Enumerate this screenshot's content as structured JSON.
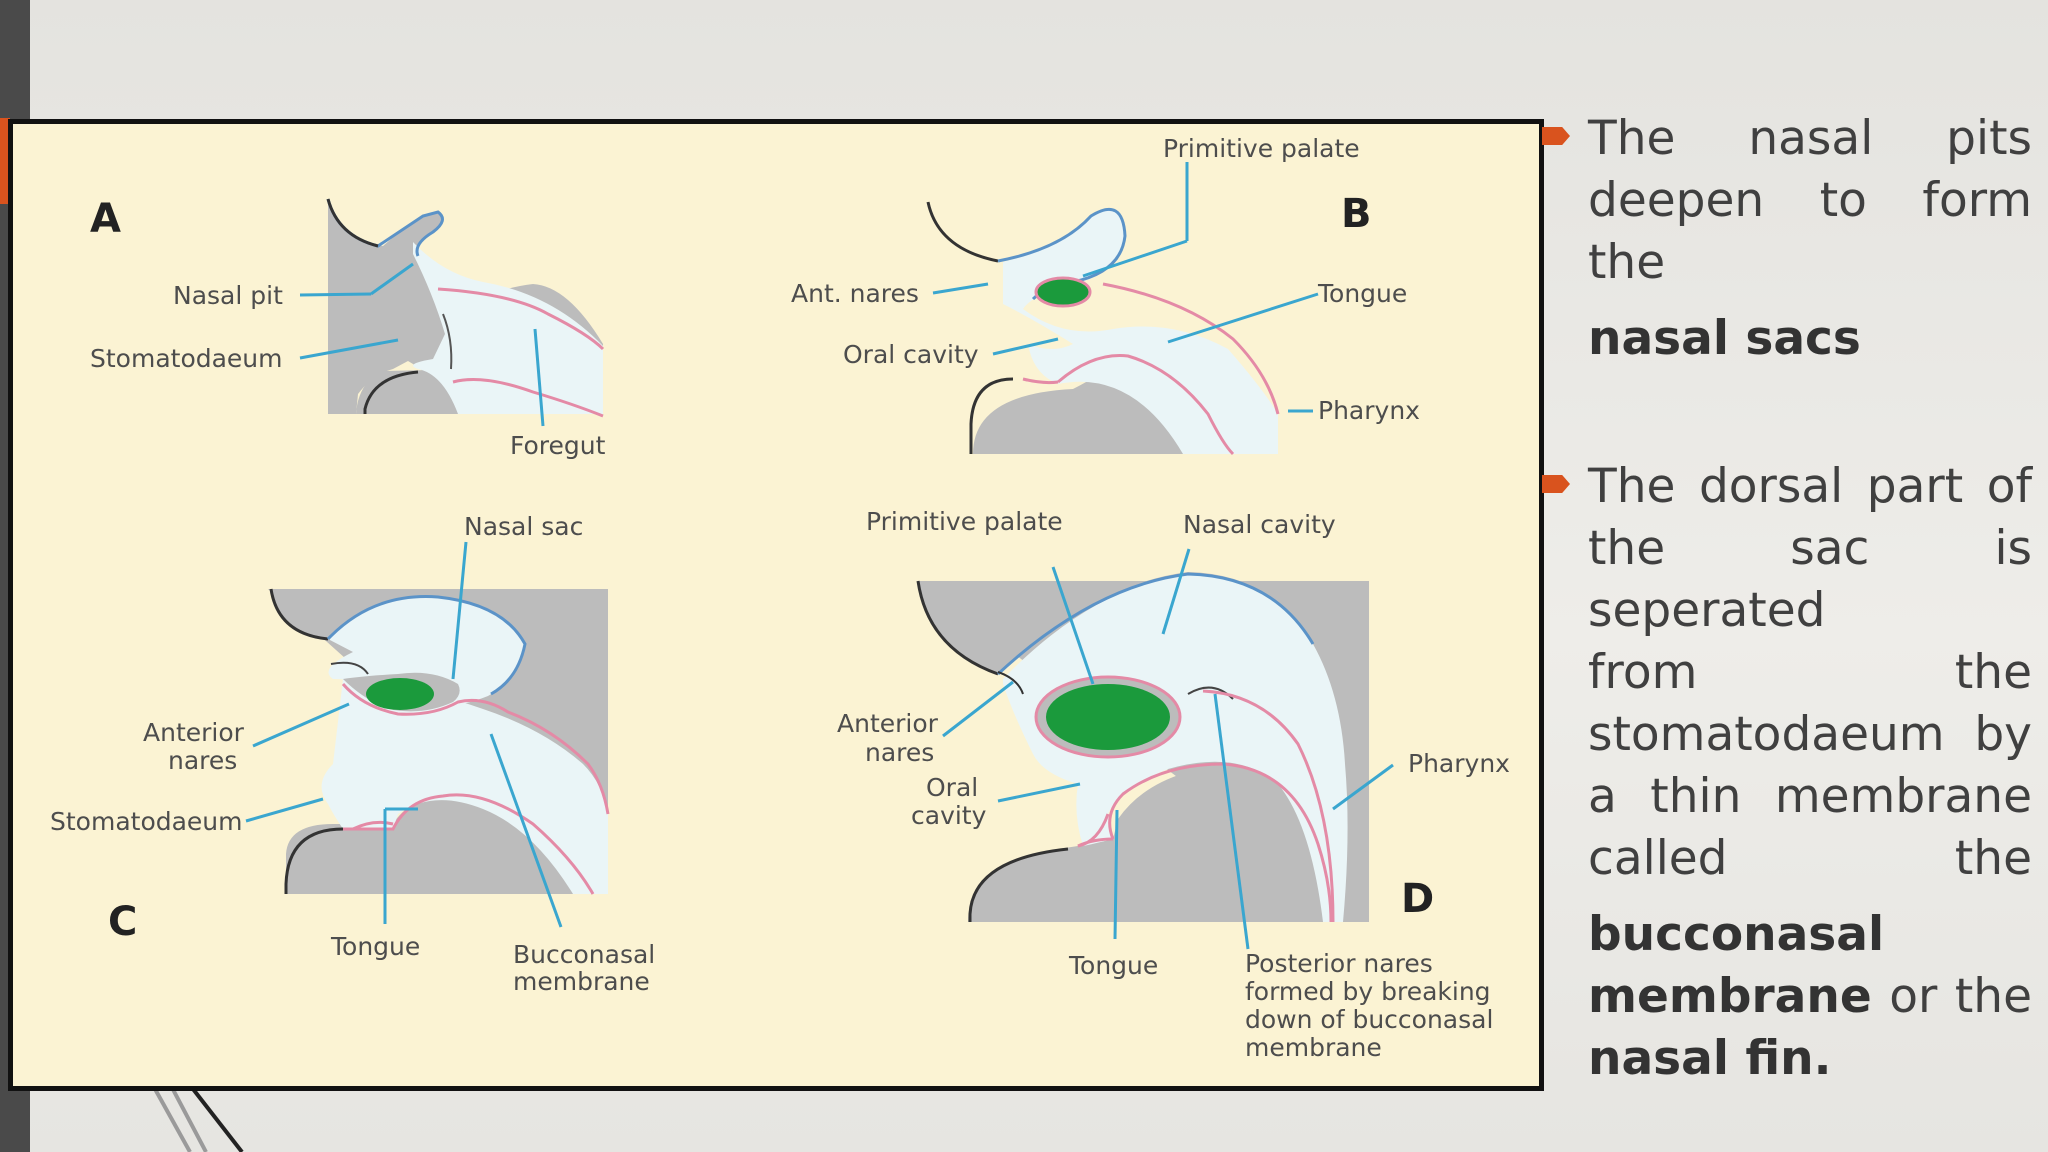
{
  "diagram": {
    "panels": {
      "A": {
        "letter": "A",
        "labels": [
          "Nasal pit",
          "Stomatodaeum",
          "Foregut"
        ]
      },
      "B": {
        "letter": "B",
        "labels": [
          "Primitive palate",
          "Ant. nares",
          "Tongue",
          "Oral cavity",
          "Pharynx"
        ]
      },
      "C": {
        "letter": "C",
        "labels": [
          "Nasal sac",
          "Anterior",
          "nares",
          "Stomatodaeum",
          "Tongue",
          "Bucconasal",
          "membrane"
        ]
      },
      "D": {
        "letter": "D",
        "labels": [
          "Primitive palate",
          "Nasal cavity",
          "Anterior",
          "nares",
          "Oral",
          "cavity",
          "Pharynx",
          "Tongue",
          "Posterior nares",
          "formed by breaking",
          "down of bucconasal",
          "membrane"
        ]
      }
    },
    "colors": {
      "tissue": "#bcbcbc",
      "cavity": "#e9f6fb",
      "outline": "#5b93c8",
      "palate": "#1b9a3c",
      "epithelium": "#e48aa6",
      "pointer": "#3aa6cf",
      "background": "#fbf3d3"
    }
  },
  "bullets": [
    {
      "lines": [
        "The nasal pits",
        "deepen to form the"
      ],
      "bold_lines": [
        "nasal sacs"
      ]
    },
    {
      "lines": [
        "The dorsal part of",
        "the sac is seperated",
        "from the",
        "stomatodaeum by",
        "a thin membrane",
        "called the"
      ],
      "mixed_line_1_bold": "bucconasal",
      "mixed_line_2_bold": "membrane",
      "mixed_line_2_tail": " or the",
      "mixed_line_3_bold": "nasal fin."
    }
  ],
  "theme": {
    "accent": "#d9531e",
    "sidebar": "#4a4a4a"
  }
}
